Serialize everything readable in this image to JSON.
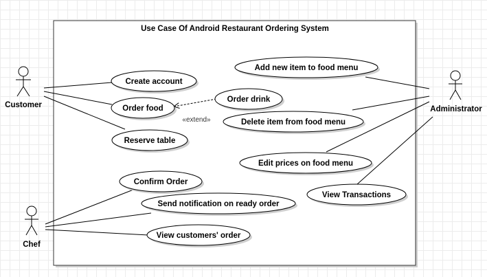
{
  "system": {
    "title": "Use Case Of Android Restaurant Ordering System"
  },
  "actors": {
    "customer": "Customer",
    "chef": "Chef",
    "administrator": "Administrator"
  },
  "use_cases": {
    "create_account": "Create account",
    "order_food": "Order food",
    "reserve_table": "Reserve table",
    "order_drink": "Order drink",
    "add_item": "Add new item to food menu",
    "delete_item": "Delete item from food menu",
    "edit_prices": "Edit prices on food menu",
    "view_transactions": "View Transactions",
    "confirm_order": "Confirm Order",
    "send_notification": "Send notification on ready order",
    "view_orders": "View customers' order"
  },
  "relations": {
    "extend_label": "«extend»"
  }
}
